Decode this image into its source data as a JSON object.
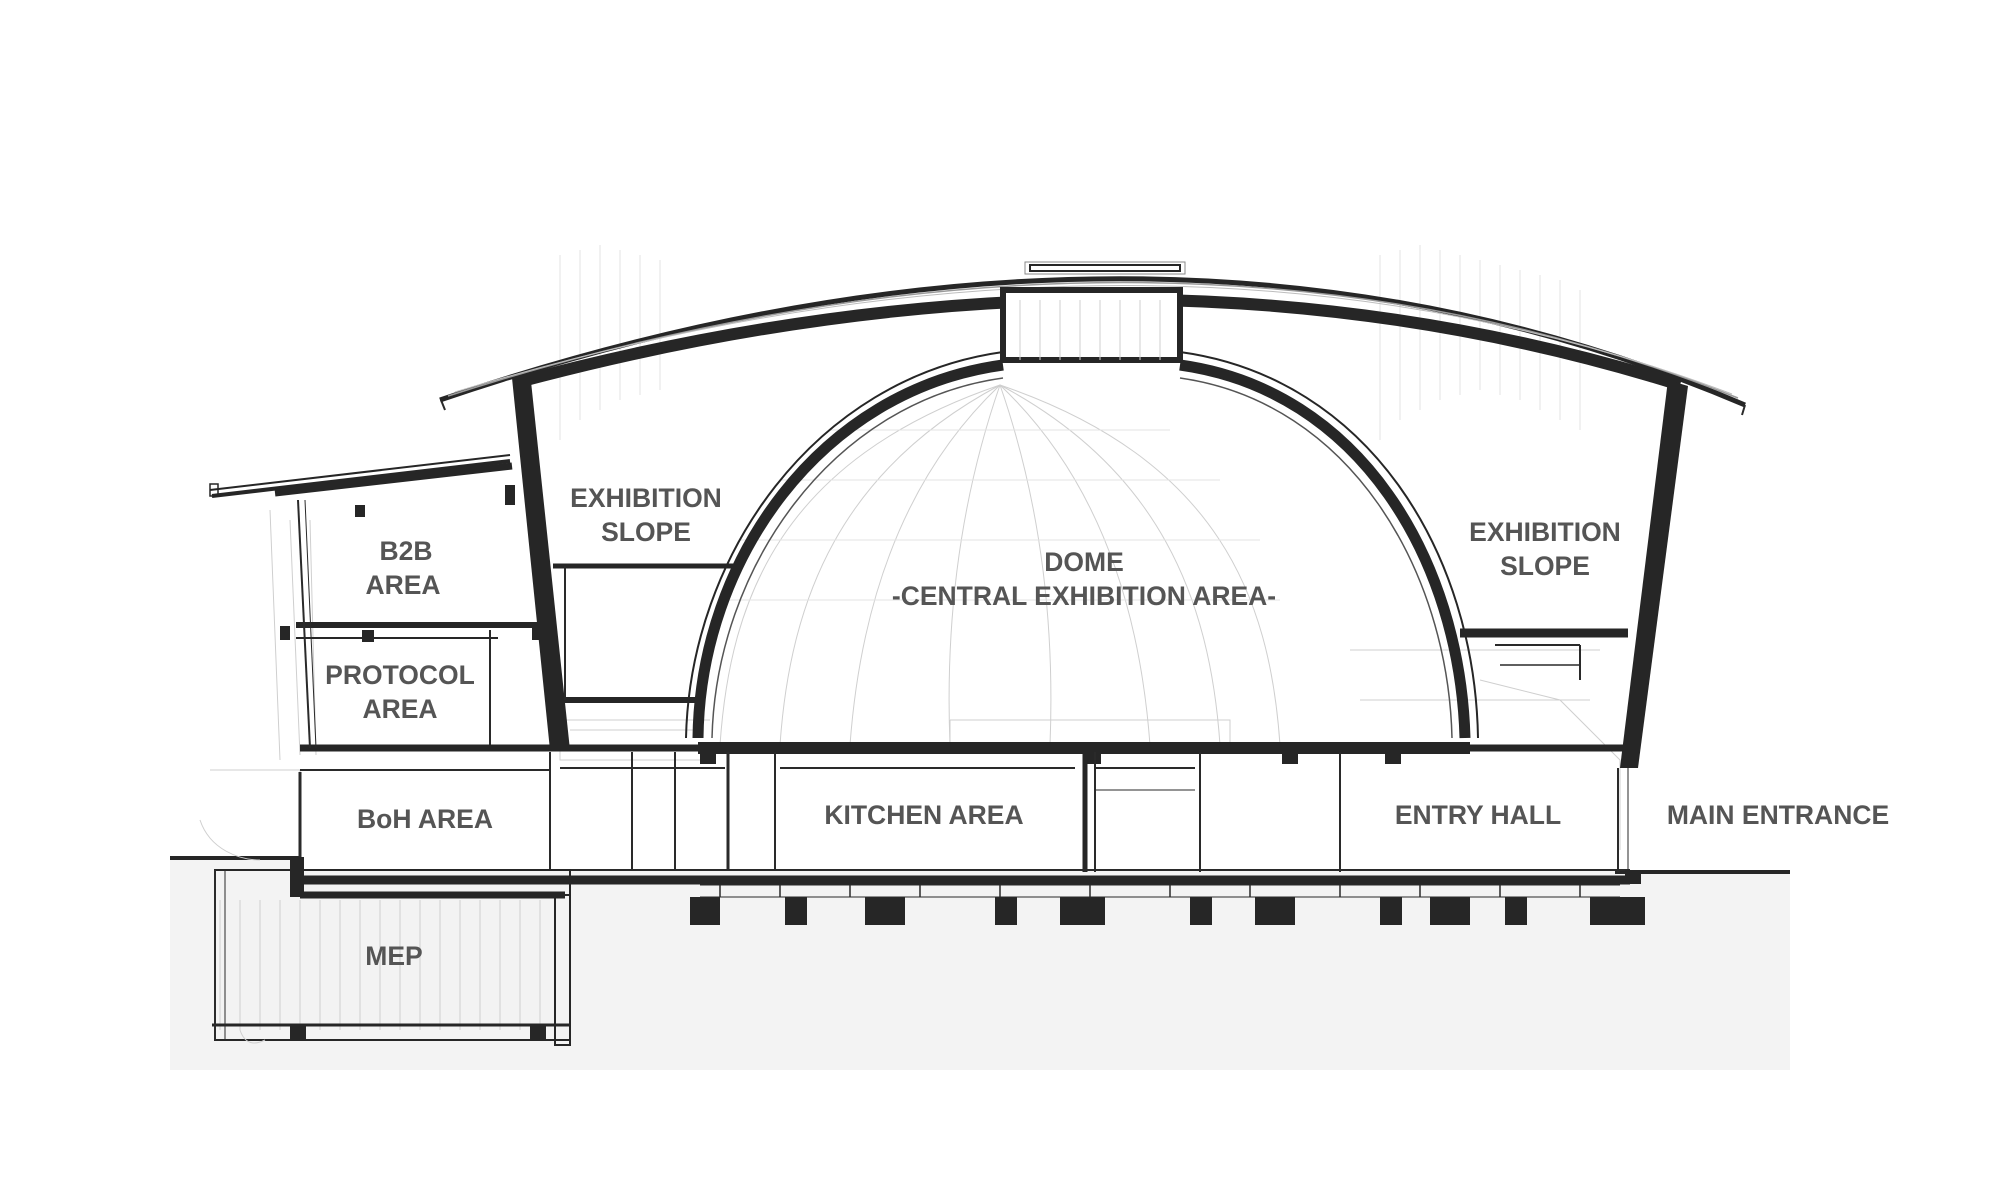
{
  "labels": {
    "exhibition_slope_left": [
      "EXHIBITION",
      "SLOPE"
    ],
    "exhibition_slope_right": [
      "EXHIBITION",
      "SLOPE"
    ],
    "dome": [
      "DOME",
      "-CENTRAL EXHIBITION AREA-"
    ],
    "b2b_area": [
      "B2B",
      "AREA"
    ],
    "protocol_area": [
      "PROTOCOL",
      "AREA"
    ],
    "boh_area": "BoH AREA",
    "kitchen_area": "KITCHEN AREA",
    "entry_hall": "ENTRY HALL",
    "main_entrance": "MAIN ENTRANCE",
    "mep": "MEP"
  },
  "colors": {
    "structure": "#262626",
    "label_text": "#555555",
    "ground": "#f3f3f3",
    "faint_lines": "#cfcfcf"
  }
}
